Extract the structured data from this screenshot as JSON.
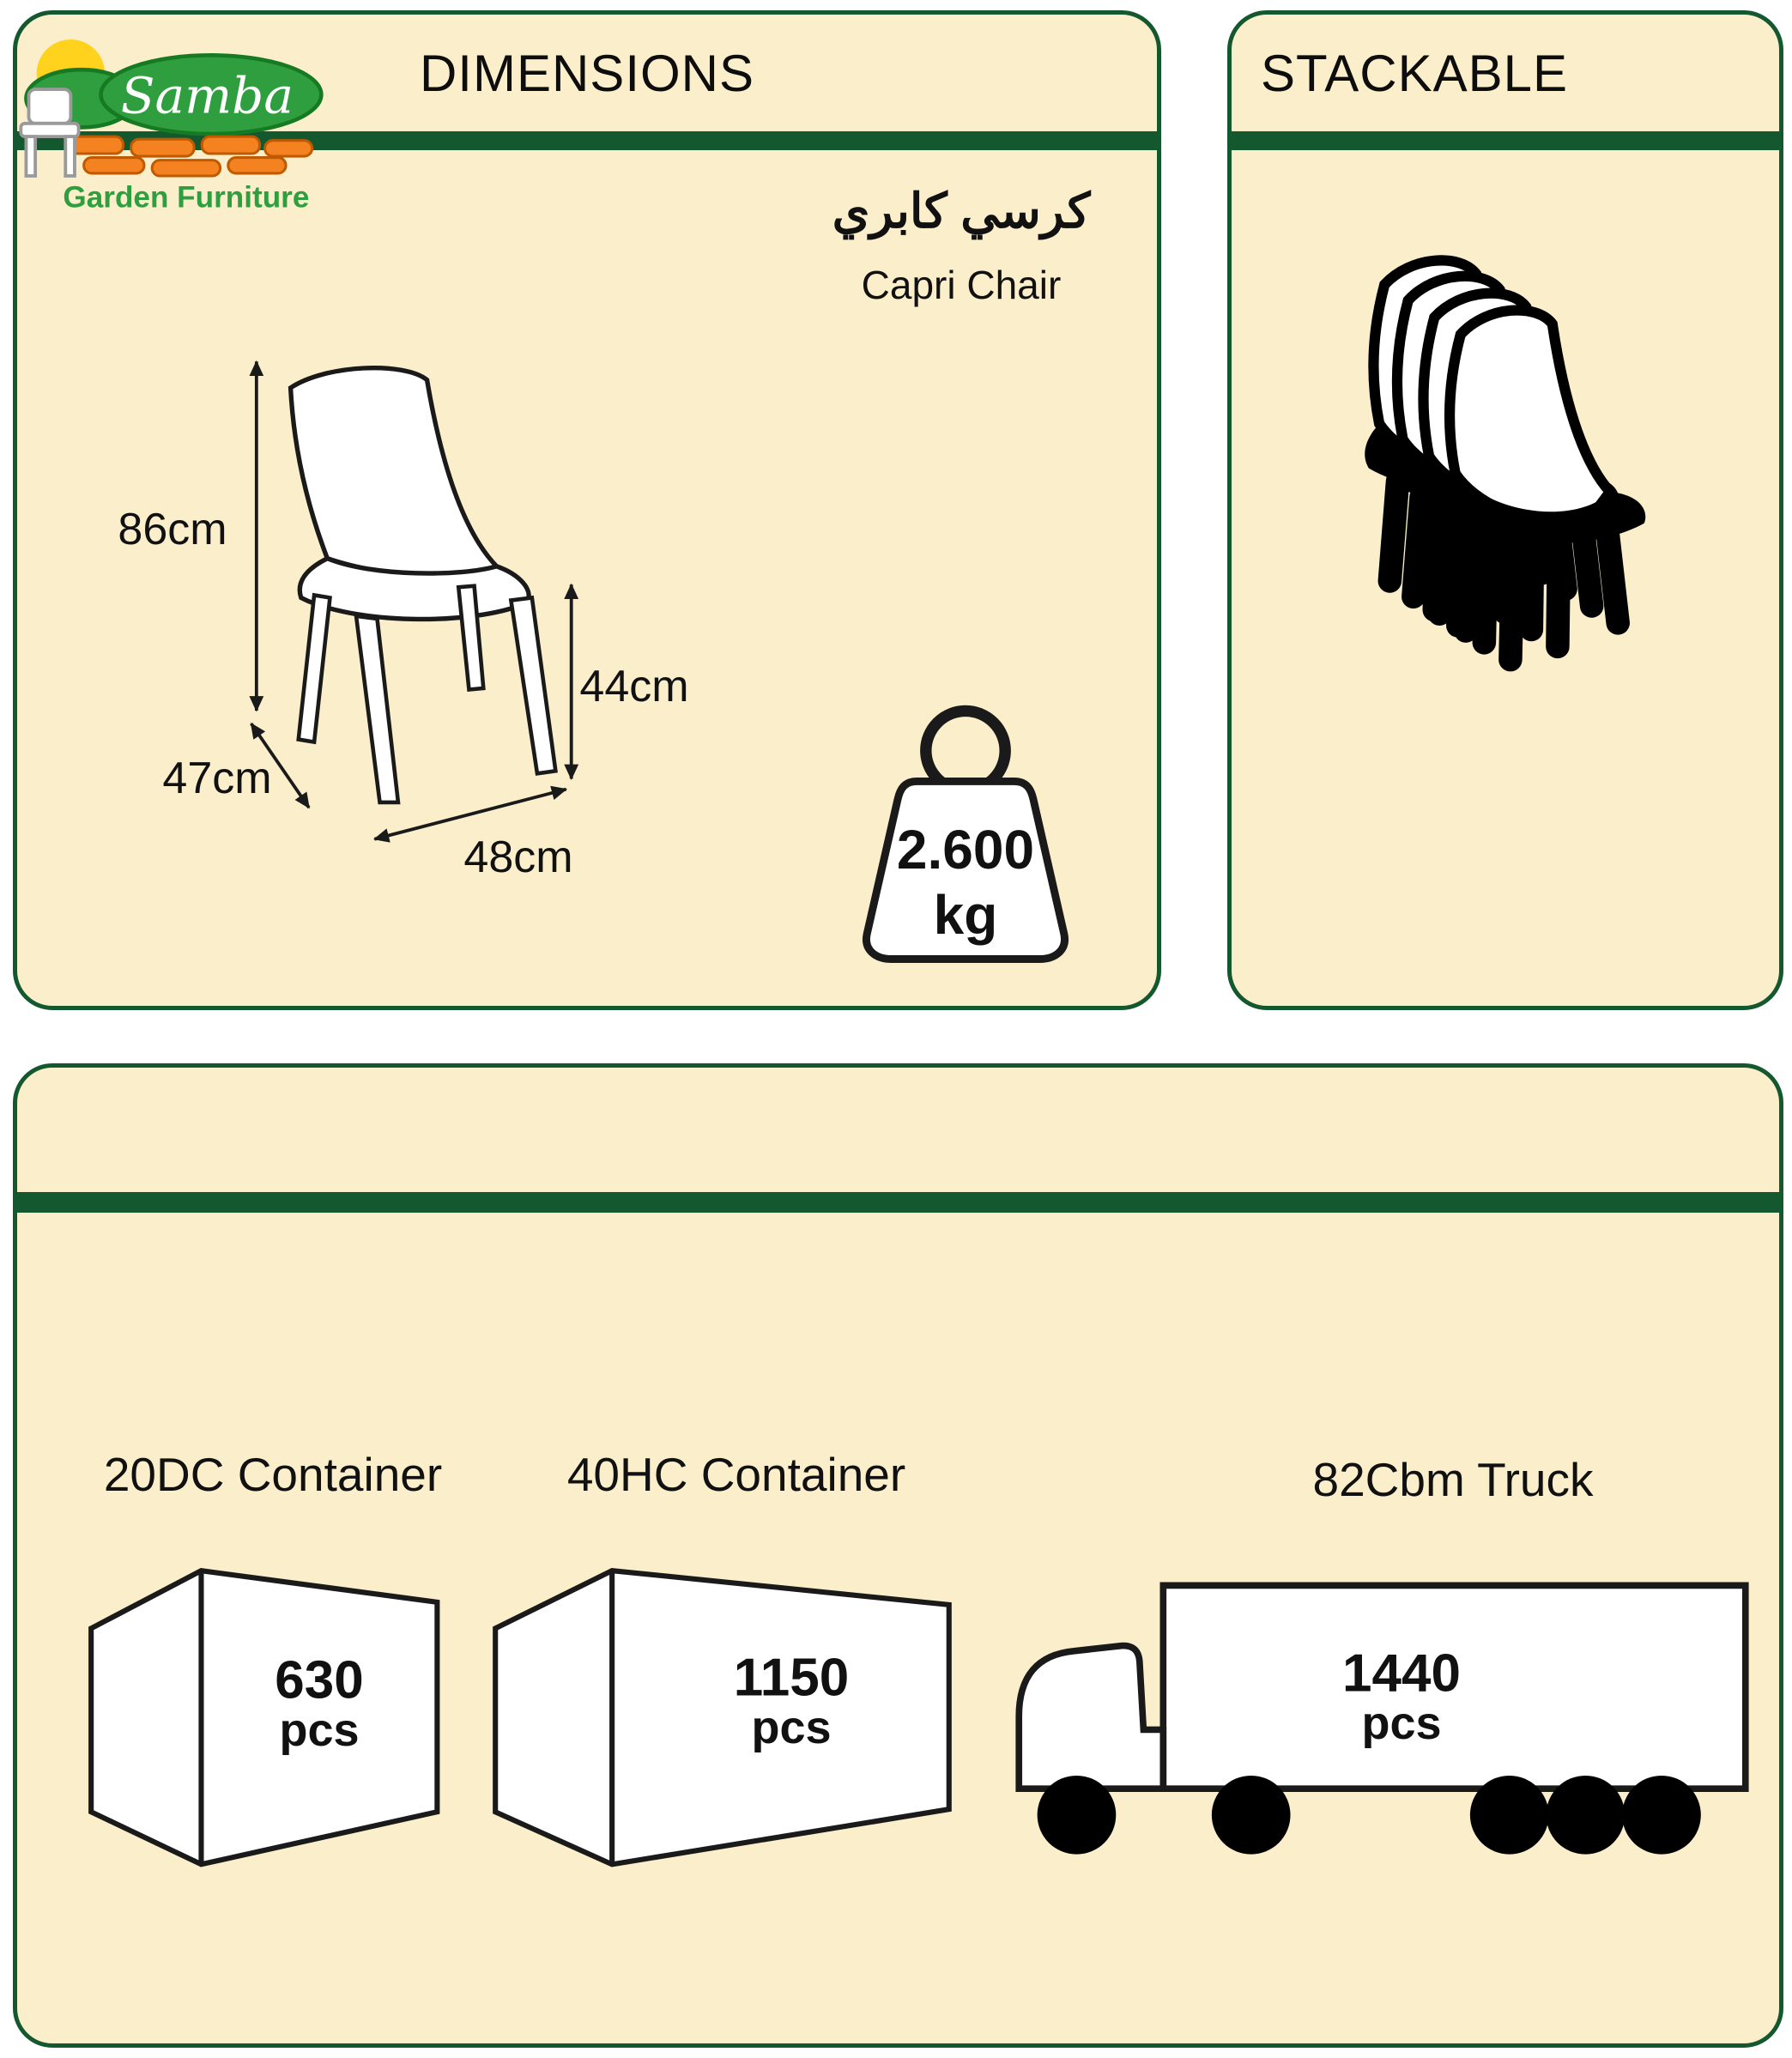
{
  "logo": {
    "brand": "Samba",
    "subtitle": "Garden Furniture"
  },
  "dimensions_panel": {
    "title": "DIMENSIONS",
    "product_name_ar": "كرسي كابري",
    "product_name_en": "Capri Chair",
    "height": "86cm",
    "depth": "47cm",
    "seat_height": "44cm",
    "width": "48cm",
    "weight_value": "2.600",
    "weight_unit": "kg"
  },
  "stackable_panel": {
    "title": "STACKABLE"
  },
  "shipping_panel": {
    "items": [
      {
        "label": "20DC Container",
        "qty": "630",
        "unit": "pcs"
      },
      {
        "label": "40HC Container",
        "qty": "1150",
        "unit": "pcs"
      },
      {
        "label": "82Cbm Truck",
        "qty": "1440",
        "unit": "pcs"
      }
    ]
  },
  "icons": {
    "chair-diagram-icon": "line drawing of monobloc garden chair with dimension arrows",
    "weight-icon": "kettlebell weight shape",
    "stacked-chairs-icon": "four stacked chairs silhouette",
    "container-icon": "3D shipping container line drawing",
    "truck-icon": "side view truck line drawing"
  },
  "colors": {
    "panel_bg": "#FBEECB",
    "accent_green": "#14582F",
    "logo_green": "#2F9E3E",
    "logo_orange": "#F58220",
    "logo_sun": "#FFD21E"
  }
}
